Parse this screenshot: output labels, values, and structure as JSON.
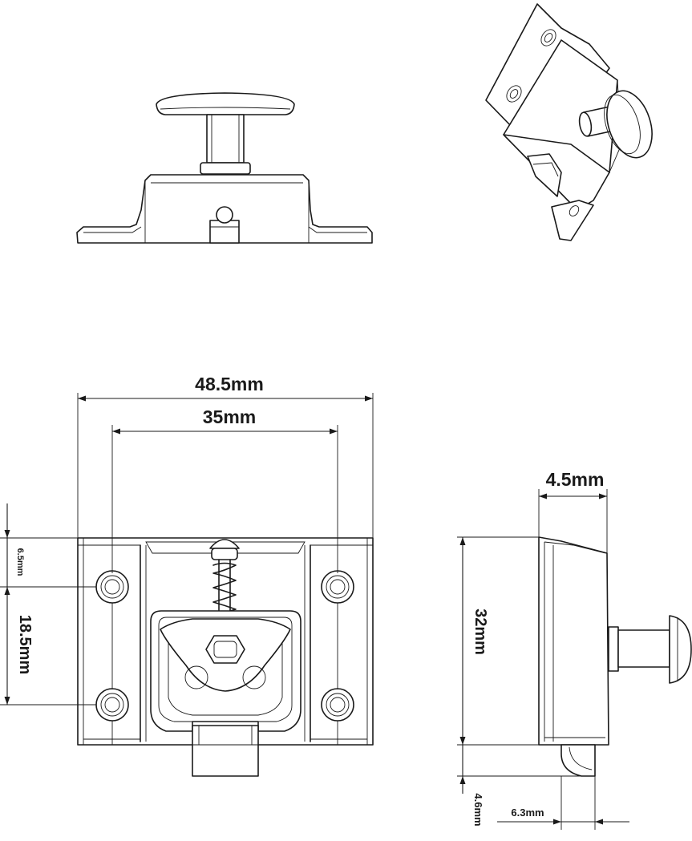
{
  "dimensions": {
    "overall_width": "48.5mm",
    "hole_spacing": "35mm",
    "depth": "4.5mm",
    "height": "32mm",
    "top_offset": "6.5mm",
    "hole_vertical_spacing": "18.5mm",
    "bolt_offset": "4.6mm",
    "bolt_width": "6.3mm"
  }
}
